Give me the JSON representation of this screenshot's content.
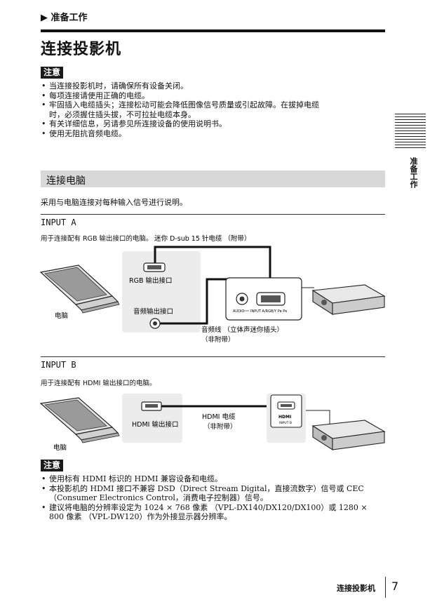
{
  "header": {
    "breadcrumb_arrow": "▶",
    "breadcrumb": "准备工作",
    "title": "连接投影机"
  },
  "side_tab": {
    "label": "准备工作"
  },
  "note1": {
    "badge": "注意",
    "items": [
      "当连接投影机时，请确保所有设备关闭。",
      "每项连接请使用正确的电缆。",
      "牢固插入电缆插头；连接松动可能会降低图像信号质量或引起故障。在拔掉电缆",
      "时，必须握住插头拔，不可拉扯电缆本身。",
      "有关详细信息，另请参见所连接设备的使用说明书。",
      "使用无阻抗音频电缆。"
    ]
  },
  "section": {
    "title": "连接电脑",
    "intro": "采用与电脑连接对每种输入信号进行说明。"
  },
  "input_a": {
    "label": "INPUT A",
    "desc": "用于连接配有 RGB 输出接口的电脑。",
    "cable_label": "迷你 D-sub 15 针电缆 （附带）",
    "rgb_port": "RGB 输出接口",
    "audio_port": "音频输出接口",
    "computer": "电脑",
    "audio_cable_1": "音频线 （立体声迷你插头）",
    "audio_cable_2": "（非附带）",
    "panel_audio": "AUDIO",
    "panel_input": "INPUT A/RGB/Y Pʙ Pʀ"
  },
  "input_b": {
    "label": "INPUT B",
    "desc": "用于连接配有 HDMI 输出接口的电脑。",
    "hdmi_port": "HDMI 输出接口",
    "cable_1": "HDMI 电缆",
    "cable_2": "（非附带）",
    "computer": "电脑",
    "panel_logo": "HDMI",
    "panel_input": "INPUT B"
  },
  "note2": {
    "badge": "注意",
    "items": [
      "使用标有 HDMI 标识的 HDMI 兼容设备和电缆。",
      "本投影机的 HDMI 接口不兼容 DSD（Direct Stream Digital，直接流数字）信号或 CEC",
      "（Consumer Electronics Control，消费电子控制器）信号。",
      "建议将电脑的分辨率设定为 1024 × 768 像素 （VPL-DX140/DX120/DX100）或 1280 ×",
      "800 像素 （VPL-DW120）作为外接显示器分辨率。"
    ]
  },
  "footer": {
    "text": "连接投影机",
    "page": "7"
  }
}
